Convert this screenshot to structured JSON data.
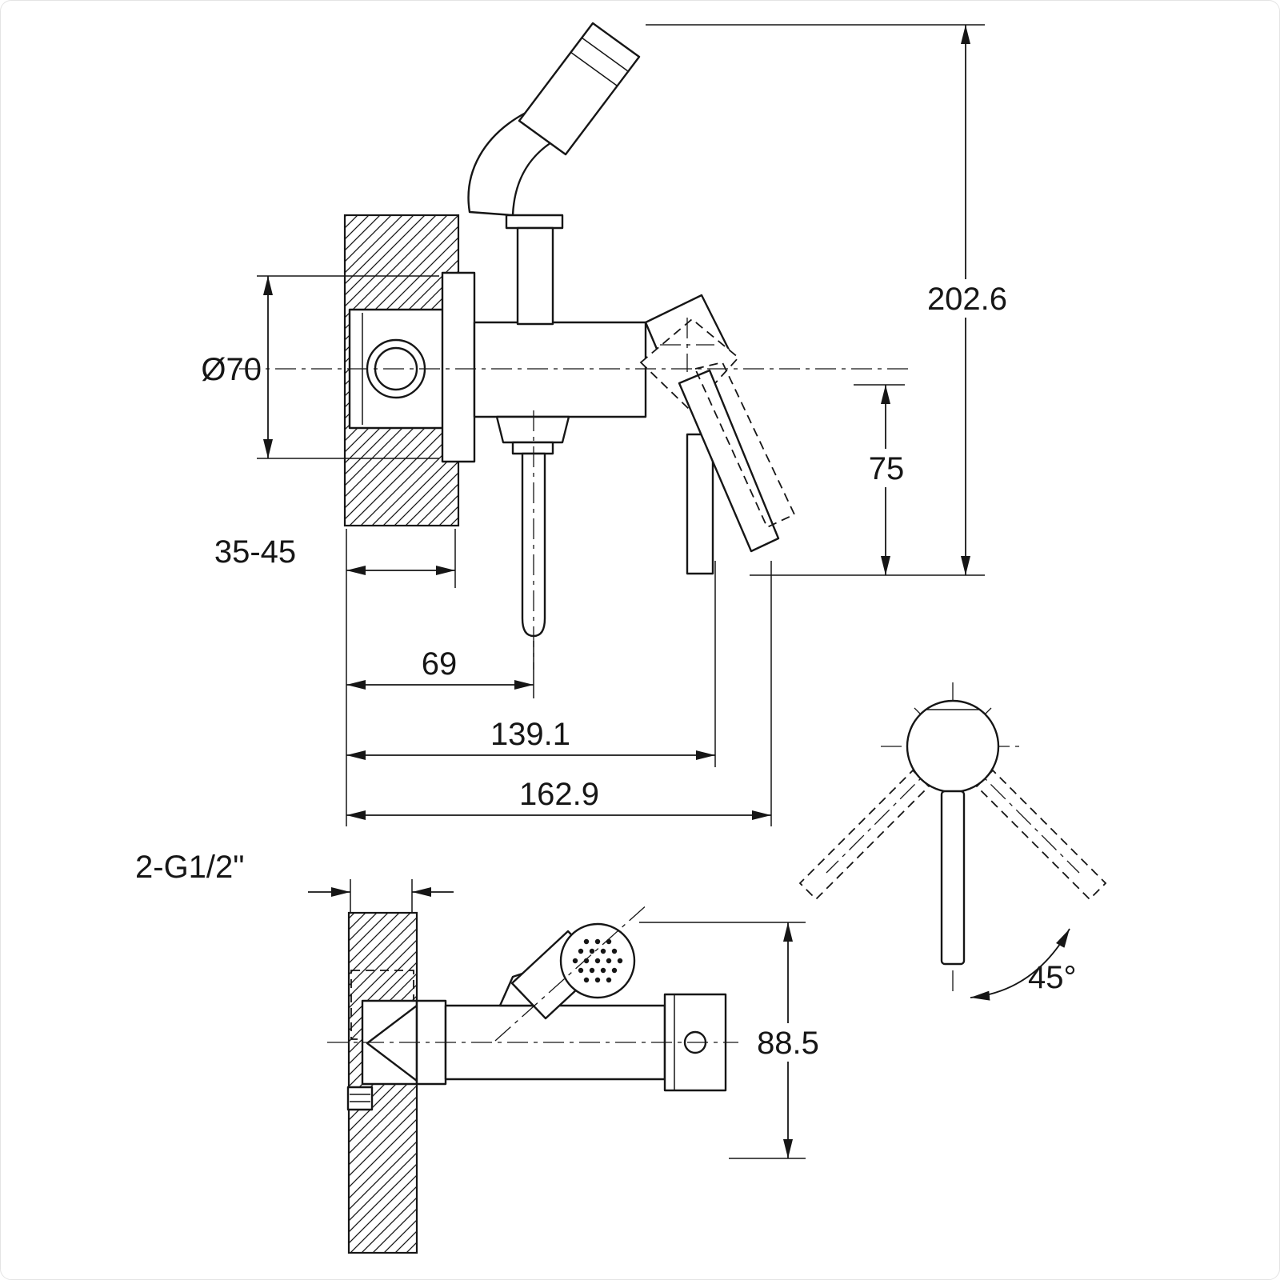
{
  "drawing": {
    "type": "technical-dimension-drawing",
    "subject": "wall-mounted bidet spray mixer with hand shower",
    "line_color": "#161616",
    "background": "#ffffff",
    "views": [
      "front-elevation",
      "plan-view",
      "handle-rotation-view"
    ]
  },
  "labels": {
    "diameter": "Ø70",
    "total_height": "202.6",
    "handle_height": "75",
    "wall_thickness": "35-45",
    "outlet_offset": "69",
    "body_length": "139.1",
    "total_length": "162.9",
    "thread": "2-G1/2\"",
    "plan_height": "88.5",
    "swing_angle": "45°"
  }
}
